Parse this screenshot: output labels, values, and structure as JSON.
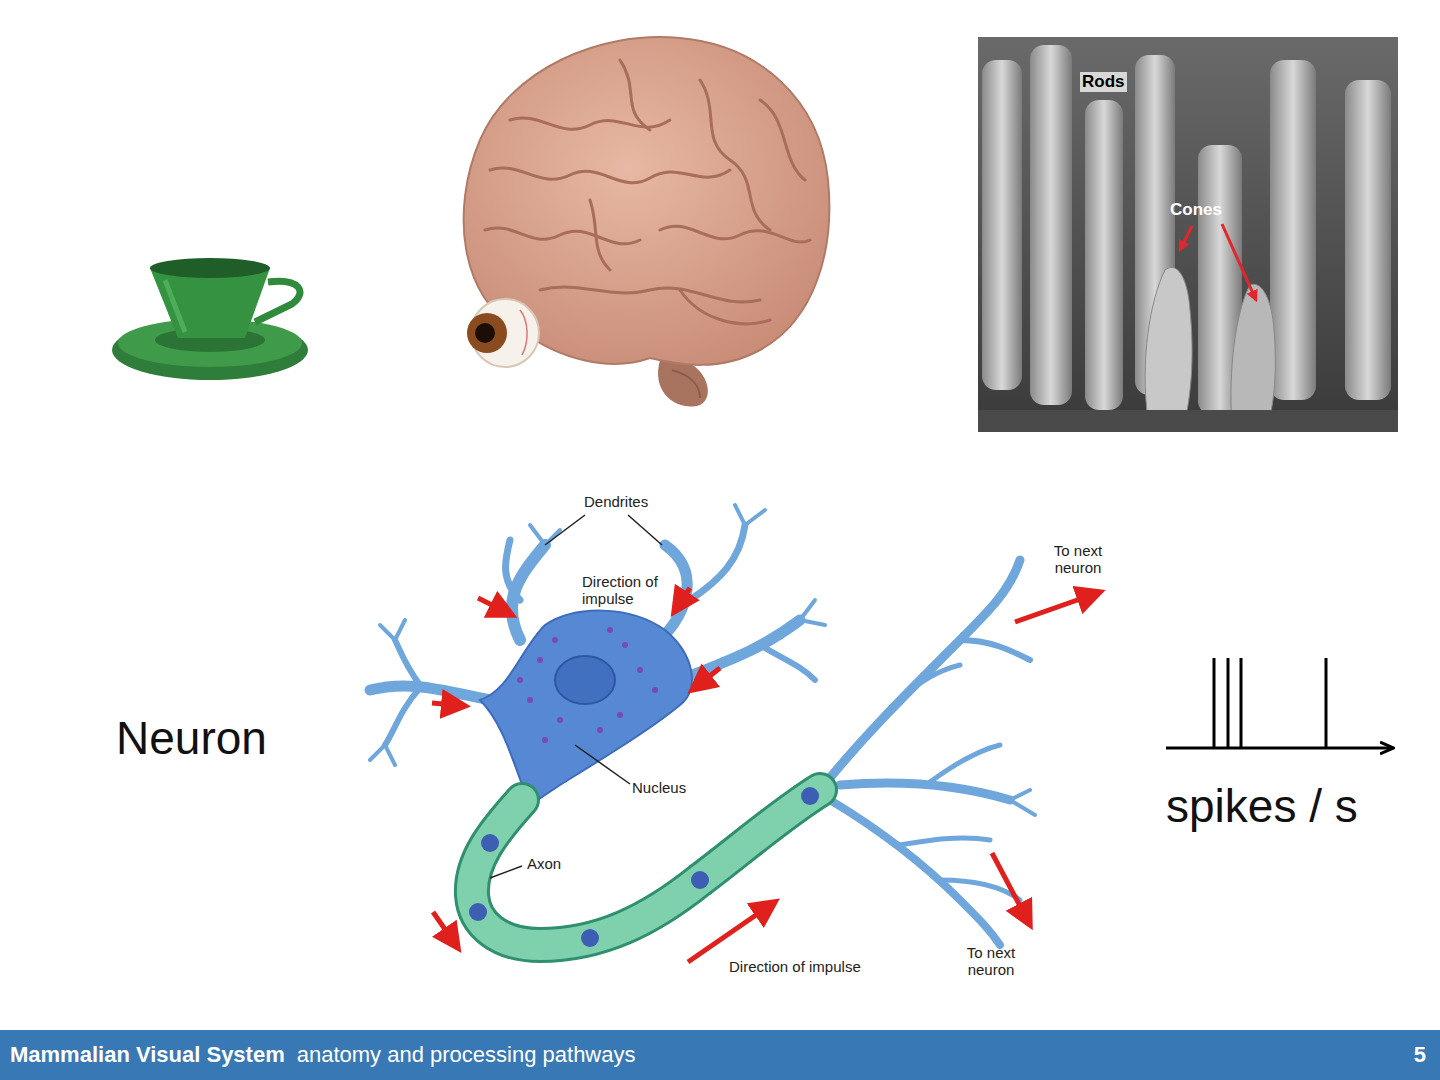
{
  "diagram": {
    "nodes": [
      {
        "text": [
          "Mammalian Visual System",
          "anatomy and processing pathways",
          "5"
        ]
      }
    ],
    "labels": [
      "Rods",
      "Cones",
      "Dendrites",
      "Direction of impulse",
      "Nucleus",
      "Axon",
      "Direction of impulse",
      "To next neuron",
      "To next neuron",
      "Neuron",
      "spikes / s"
    ]
  }
}
